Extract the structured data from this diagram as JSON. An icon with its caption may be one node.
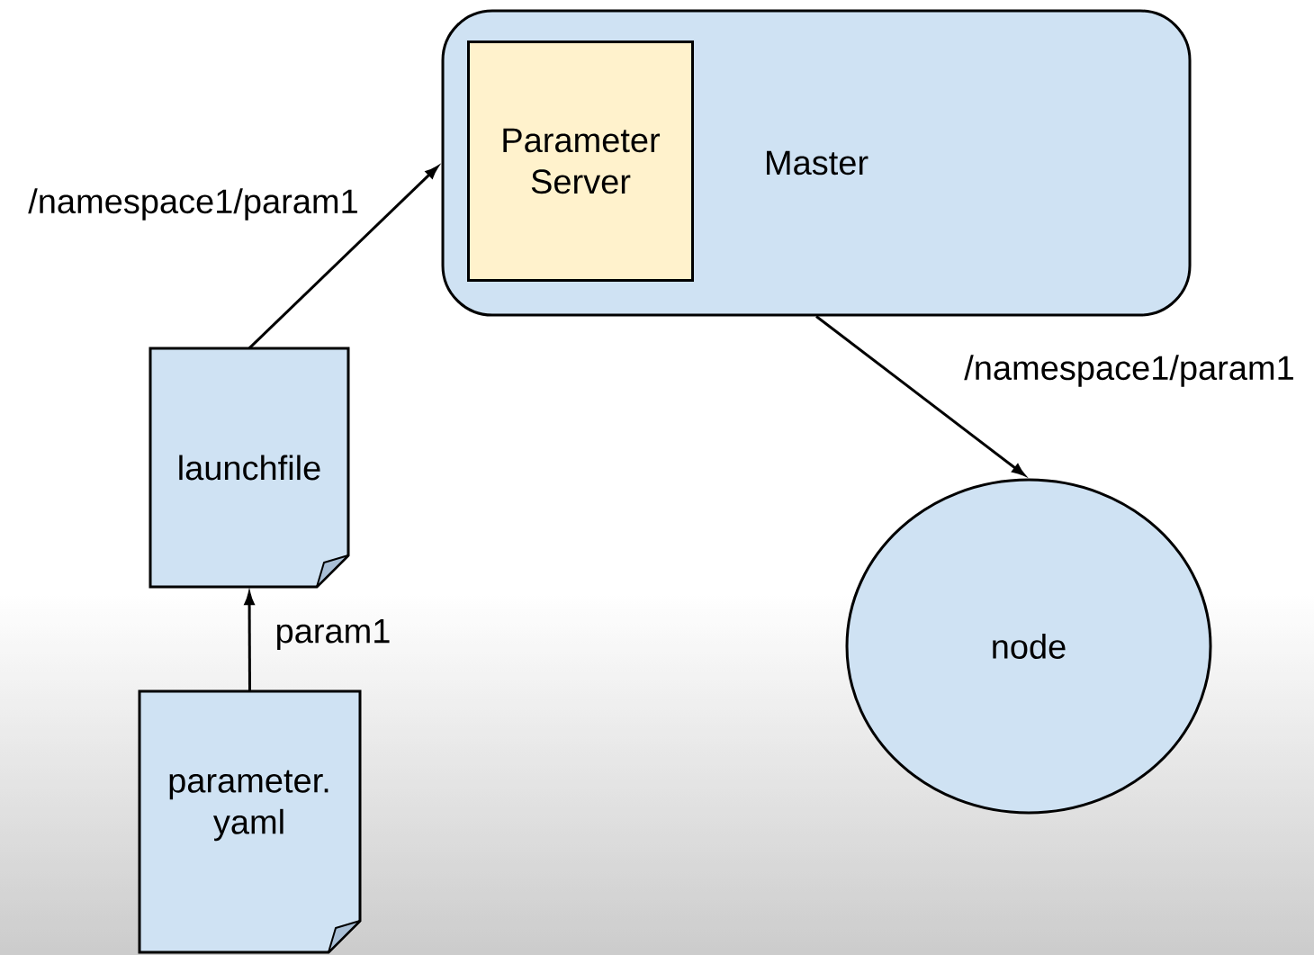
{
  "diagram": {
    "nodes": [
      {
        "text": [
          "Master"
        ]
      },
      {
        "text": [
          "Parameter Server"
        ],
        "in": 0
      },
      {
        "text": [
          "launchfile"
        ]
      },
      {
        "text": [
          "parameter. yaml"
        ]
      },
      {
        "text": [
          "node"
        ]
      }
    ],
    "edges": [
      {
        "from": 2,
        "to": 0,
        "arrow": "to",
        "label": "/namespace1/param1"
      },
      {
        "from": 3,
        "to": 2,
        "arrow": "to",
        "label": "param1"
      },
      {
        "from": 0,
        "to": 4,
        "arrow": "to",
        "label": "/namespace1/param1"
      }
    ]
  }
}
